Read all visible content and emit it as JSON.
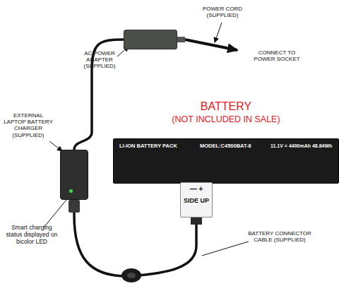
{
  "diagram": {
    "nodes": [
      {
        "text": [
          "AC POWER ADAPTER (SUPPLIED)"
        ]
      },
      {
        "text": [
          "EXTERNAL LAPTOP BATTERY CHARGER (SUPPLIED)"
        ]
      },
      {
        "text": [
          "LI-ION BATTERY PACK",
          "MODEL:C4500BAT-6",
          "11.1V = 4400mAh 48.84Wh"
        ]
      },
      {
        "text": [
          "—   +",
          "SIDE UP"
        ]
      }
    ],
    "edges": [
      {
        "from": 0,
        "to": 1,
        "arrow": "none"
      },
      {
        "from": 1,
        "to": 3,
        "arrow": "none"
      }
    ],
    "labels": [
      "POWER CORD (SUPPLIED)",
      "CONNECT TO POWER SOCKET",
      "BATTERY",
      "(NOT INCLUDED IN SALE)",
      "Smart charging status displayed on bicolor LED",
      "BATTERY CONNECTOR CABLE (SUPPLIED)"
    ]
  }
}
